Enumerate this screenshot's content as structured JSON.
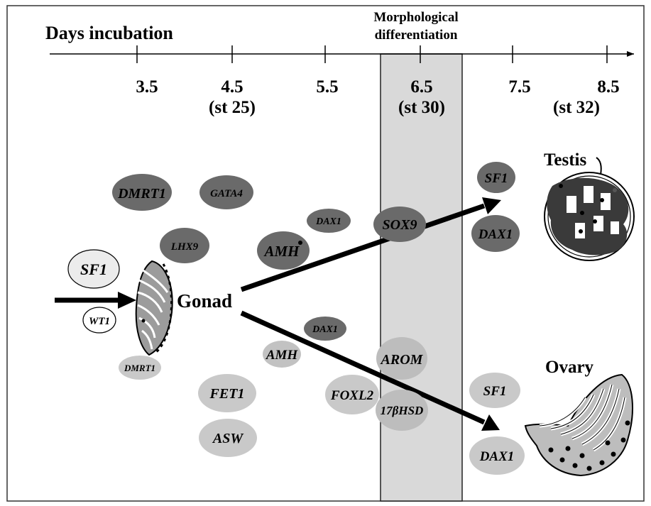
{
  "header": {
    "title": "Days incubation",
    "band_label_line1": "Morphological",
    "band_label_line2": "differentiation"
  },
  "ticks": [
    {
      "day": "3.5",
      "stage": ""
    },
    {
      "day": "4.5",
      "stage": "(st 25)"
    },
    {
      "day": "5.5",
      "stage": ""
    },
    {
      "day": "6.5",
      "stage": "(st 30)"
    },
    {
      "day": "7.5",
      "stage": ""
    },
    {
      "day": "8.5",
      "stage": "(st 32)"
    }
  ],
  "labels": {
    "gonad": "Gonad",
    "testis": "Testis",
    "ovary": "Ovary"
  },
  "genes": {
    "sf1_left": "SF1",
    "wt1": "WT1",
    "dmrt1_small": "DMRT1",
    "dmrt1": "DMRT1",
    "gata4": "GATA4",
    "lhx9": "LHX9",
    "amh_dark": "AMH",
    "dax1_upper": "DAX1",
    "sox9": "SOX9",
    "sf1_testis": "SF1",
    "dax1_testis": "DAX1",
    "dax1_lower": "DAX1",
    "amh_light": "AMH",
    "fet1": "FET1",
    "asw": "ASW",
    "foxl2": "FOXL2",
    "arom": "AROM",
    "hsd": "17βHSD",
    "sf1_ovary": "SF1",
    "dax1_ovary": "DAX1"
  },
  "colors": {
    "dark": "#6a6a6a",
    "mid": "#9a9a9a",
    "light": "#c9c9c9",
    "band": "#d9d9d9",
    "testis_fill": "#3a3a3a",
    "ovary_fill": "#bdbdbd"
  }
}
